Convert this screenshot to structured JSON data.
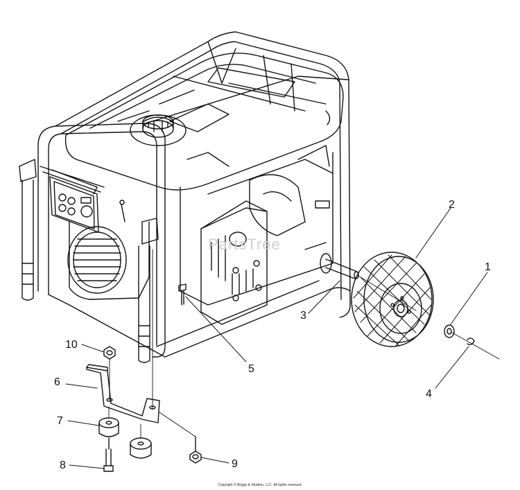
{
  "diagram": {
    "watermark": "PartsTree",
    "copyright": "Copyright © Briggs & Stratton, LLC. All rights reserved.",
    "callouts": [
      {
        "id": "1",
        "label": "1"
      },
      {
        "id": "2",
        "label": "2"
      },
      {
        "id": "3",
        "label": "3"
      },
      {
        "id": "4",
        "label": "4"
      },
      {
        "id": "5",
        "label": "5"
      },
      {
        "id": "6",
        "label": "6"
      },
      {
        "id": "7",
        "label": "7"
      },
      {
        "id": "8",
        "label": "8"
      },
      {
        "id": "9",
        "label": "9"
      },
      {
        "id": "10",
        "label": "10"
      }
    ],
    "colors": {
      "line": "#111111",
      "fill": "#ffffff",
      "watermark": "#cfcfcf"
    }
  }
}
